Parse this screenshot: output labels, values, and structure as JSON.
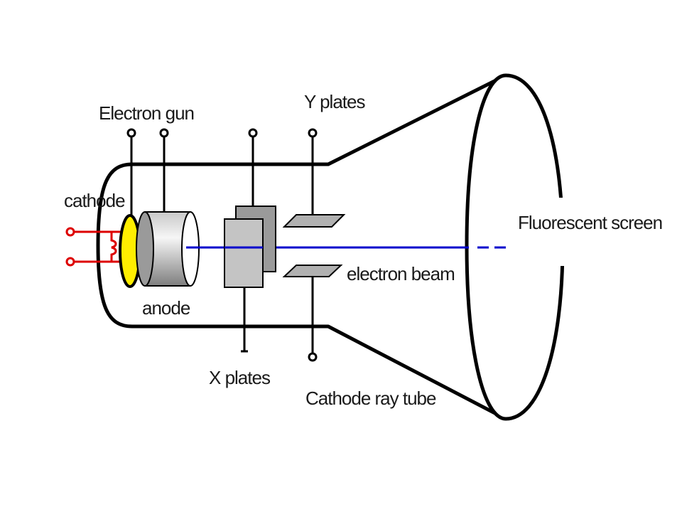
{
  "labels": {
    "electron_gun": "Electron gun",
    "y_plates": "Y plates",
    "cathode": "cathode",
    "fluorescent_screen": "Fluorescent screen",
    "electron_beam": "electron beam",
    "anode": "anode",
    "x_plates": "X plates",
    "cathode_ray_tube": "Cathode ray tube"
  },
  "colors": {
    "outline": "#000000",
    "beam": "#0000cc",
    "heater_wire": "#dd0000",
    "cathode_fill": "#ffee00",
    "plate_fill": "#b0b0b0"
  }
}
